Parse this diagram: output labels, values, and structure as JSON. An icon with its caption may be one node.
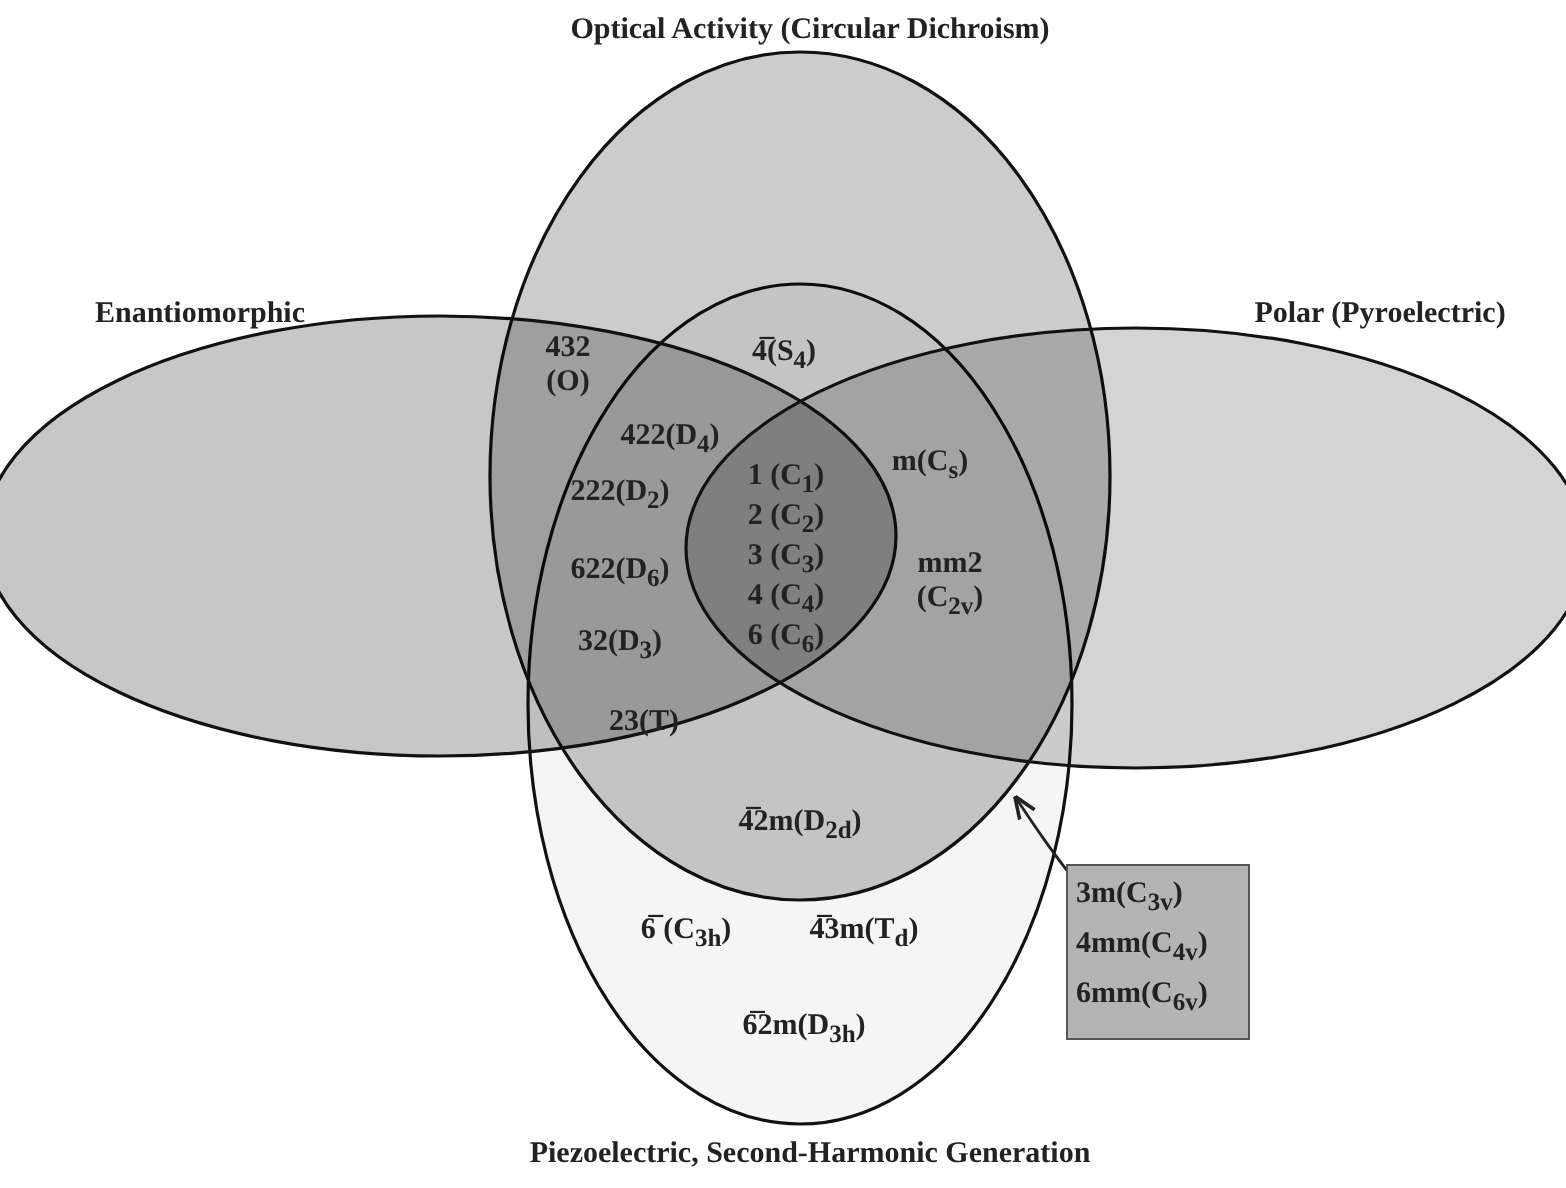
{
  "diagram": {
    "nodes": [
      {
        "text": [
          "Optical Activity (Circular Dichroism)"
        ]
      },
      {
        "text": [
          "Enantiomorphic"
        ]
      },
      {
        "text": [
          "Polar (Pyroelectric)"
        ]
      },
      {
        "text": [
          "Piezoelectric, Second-Harmonic Generation"
        ]
      },
      {
        "text": [
          "3m(C$_{3v}$)",
          "4mm(C$_{4v}$)",
          "6mm(C$_{6v}$)"
        ]
      }
    ],
    "edges": [
      {
        "from": 4,
        "to": 3,
        "arrow": "to"
      }
    ],
    "labels": [
      "432 (O)",
      "4̅(S$_{4}$)",
      "422(D$_{4}$)",
      "m(C$_{s}$)",
      "222(D$_{2}$)",
      "1 (C$_{1}$)",
      "2 (C$_{2}$)",
      "622(D$_{6}$)",
      "3 (C$_{3}$)",
      "4 (C$_{4}$)",
      "mm2 (C$_{2v}$)",
      "32(D$_{3}$)",
      "6 (C$_{6}$)",
      "23(T)",
      "4̅2m(D$_{2d}$)",
      "6̅ (C$_{3h}$)",
      "4̅3m(T$_{d}$)",
      "6̅2m(D$_{3h}$)"
    ]
  }
}
